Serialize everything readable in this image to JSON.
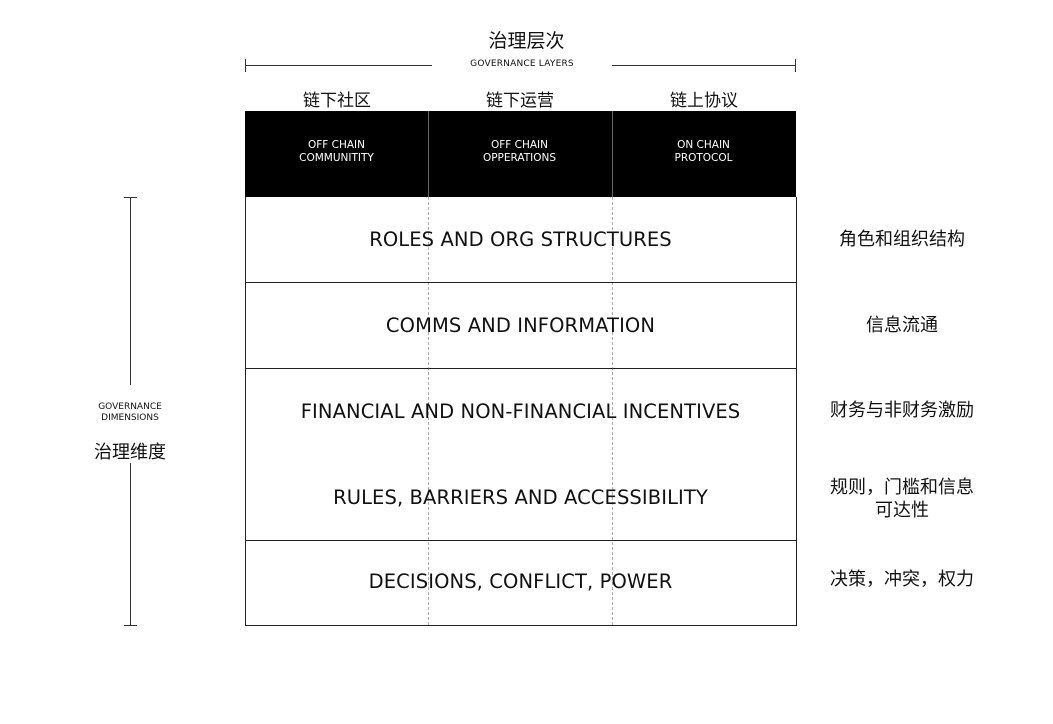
{
  "top": {
    "title": "治理层次",
    "subtitle": "GOVERNANCE LAYERS"
  },
  "columns": [
    {
      "cn": "链下社区",
      "en_line1": "OFF CHAIN",
      "en_line2": "COMMUNITITY"
    },
    {
      "cn": "链下运营",
      "en_line1": "OFF CHAIN",
      "en_line2": "OPPERATIONS"
    },
    {
      "cn": "链上协议",
      "en_line1": "ON CHAIN",
      "en_line2": "PROTOCOL"
    }
  ],
  "left_axis": {
    "subtitle_line1": "GOVERNANCE",
    "subtitle_line2": "DIMENSIONS",
    "title": "治理维度"
  },
  "rows": [
    {
      "en": "ROLES AND ORG STRUCTURES",
      "cn_line1": "角色和组织结构",
      "cn_line2": ""
    },
    {
      "en": "COMMS AND INFORMATION",
      "cn_line1": "信息流通",
      "cn_line2": ""
    },
    {
      "en": "FINANCIAL AND NON-FINANCIAL INCENTIVES",
      "cn_line1": "财务与非财务激励",
      "cn_line2": ""
    },
    {
      "en": "RULES, BARRIERS AND ACCESSIBILITY",
      "cn_line1": "规则，门槛和信息",
      "cn_line2": "可达性"
    },
    {
      "en": "DECISIONS, CONFLICT, POWER",
      "cn_line1": "决策，冲突，权力",
      "cn_line2": ""
    }
  ]
}
